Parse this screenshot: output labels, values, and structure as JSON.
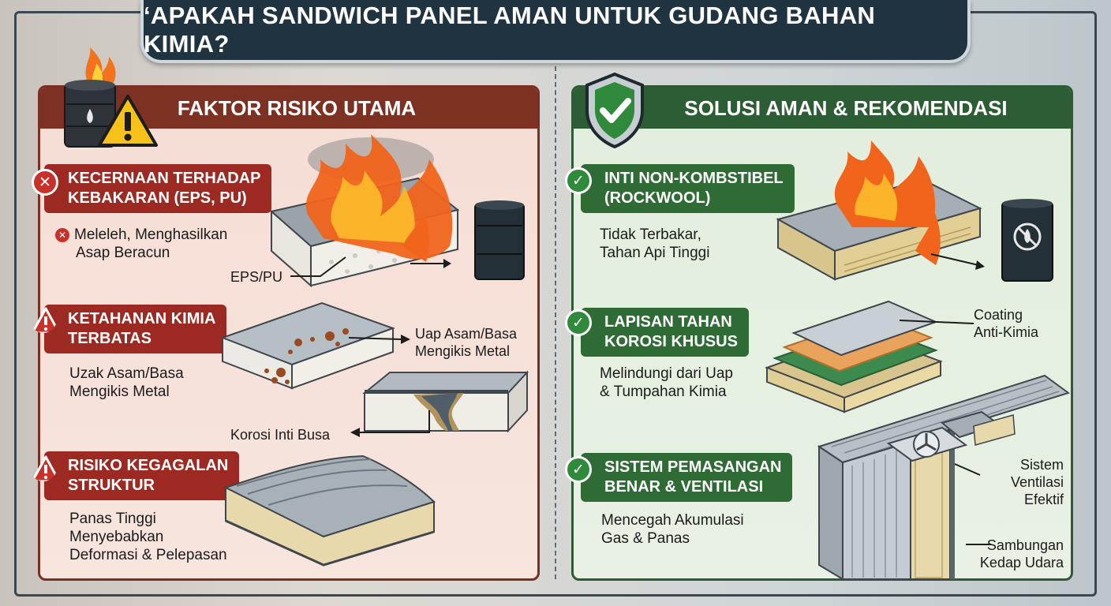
{
  "title": "‘APAKAH SANDWICH PANEL AMAN UNTUK GUDANG BAHAN KIMIA?",
  "left": {
    "heading": "FAKTOR RISIKO UTAMA",
    "items": [
      {
        "label_line1": "KECERNAAN TERHADAP",
        "label_line2": "KEBAKARAN (EPS, PU)",
        "desc_line1": "Meleleh, Menghasilkan",
        "desc_line2": "Asap Beracun",
        "callout": "EPS/PU"
      },
      {
        "label_line1": "KETAHANAN KIMIA",
        "label_line2": "TERBATAS",
        "desc_line1": "Uzak Asam/Basa",
        "desc_line2": "Mengikis Metal",
        "callout_a1": "Uap Asam/Basa",
        "callout_a2": "Mengikis Metal",
        "callout_b": "Korosi Inti Busa"
      },
      {
        "label_line1": "RISIKO KEGAGALAN",
        "label_line2": "STRUKTUR",
        "desc_line1": "Panas Tinggi",
        "desc_line2": "Menyebabkan",
        "desc_line3": "Deformasi & Pelepasan"
      }
    ]
  },
  "right": {
    "heading": "SOLUSI AMAN & REKOMENDASI",
    "items": [
      {
        "label_line1": "INTI NON-KOMBSTIBEL",
        "label_line2": "(ROCKWOOL)",
        "desc_line1": "Tidak Terbakar,",
        "desc_line2": "Tahan Api Tinggi"
      },
      {
        "label_line1": "LAPISAN TAHAN",
        "label_line2": "KOROSI KHUSUS",
        "desc_line1": "Melindungi dari Uap",
        "desc_line2": "& Tumpahan Kimia",
        "callout1": "Coating",
        "callout2": "Anti-Kimia"
      },
      {
        "label_line1": "SISTEM PEMASANGAN",
        "label_line2": "BENAR & VENTILASI",
        "desc_line1": "Mencegah Akumulasi",
        "desc_line2": "Gas & Panas",
        "callout_v1": "Sistem",
        "callout_v2": "Ventilasi",
        "callout_v3": "Efektif",
        "callout_s1": "Sambungan",
        "callout_s2": "Kedap Udara"
      }
    ]
  },
  "colors": {
    "risk": "#9c2a22",
    "solution": "#2f6b35",
    "title_bg": "#1f3340"
  },
  "icons": [
    "fire-barrel-icon",
    "warning-icon",
    "shield-check-icon",
    "x-circle-icon",
    "check-circle-icon",
    "alert-triangle-icon"
  ]
}
